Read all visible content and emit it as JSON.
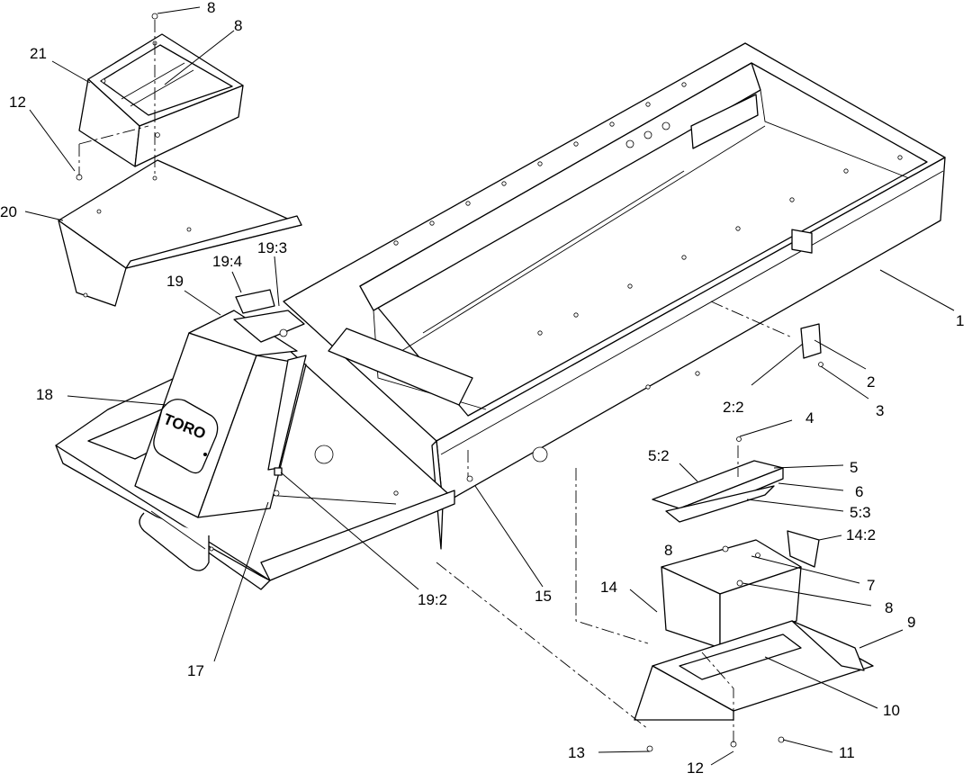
{
  "callouts": [
    {
      "id": "c-1",
      "text": "1"
    },
    {
      "id": "c-2",
      "text": "2"
    },
    {
      "id": "c-2-2",
      "text": "2:2"
    },
    {
      "id": "c-3",
      "text": "3"
    },
    {
      "id": "c-4",
      "text": "4"
    },
    {
      "id": "c-5",
      "text": "5"
    },
    {
      "id": "c-5-2",
      "text": "5:2"
    },
    {
      "id": "c-5-3",
      "text": "5:3"
    },
    {
      "id": "c-6",
      "text": "6"
    },
    {
      "id": "c-7",
      "text": "7"
    },
    {
      "id": "c-8-top",
      "text": "8"
    },
    {
      "id": "c-8-box",
      "text": "8"
    },
    {
      "id": "c-8-bracket-a",
      "text": "8"
    },
    {
      "id": "c-8-bracket-b",
      "text": "8"
    },
    {
      "id": "c-9",
      "text": "9"
    },
    {
      "id": "c-10",
      "text": "10"
    },
    {
      "id": "c-11",
      "text": "11"
    },
    {
      "id": "c-12-top",
      "text": "12"
    },
    {
      "id": "c-12-bottom",
      "text": "12"
    },
    {
      "id": "c-13",
      "text": "13"
    },
    {
      "id": "c-14",
      "text": "14"
    },
    {
      "id": "c-14-2",
      "text": "14:2"
    },
    {
      "id": "c-15",
      "text": "15"
    },
    {
      "id": "c-17",
      "text": "17"
    },
    {
      "id": "c-18",
      "text": "18"
    },
    {
      "id": "c-19",
      "text": "19"
    },
    {
      "id": "c-19-2",
      "text": "19:2"
    },
    {
      "id": "c-19-3",
      "text": "19:3"
    },
    {
      "id": "c-19-4",
      "text": "19:4"
    },
    {
      "id": "c-20",
      "text": "20"
    },
    {
      "id": "c-21",
      "text": "21"
    }
  ],
  "logo_text": "TORO"
}
